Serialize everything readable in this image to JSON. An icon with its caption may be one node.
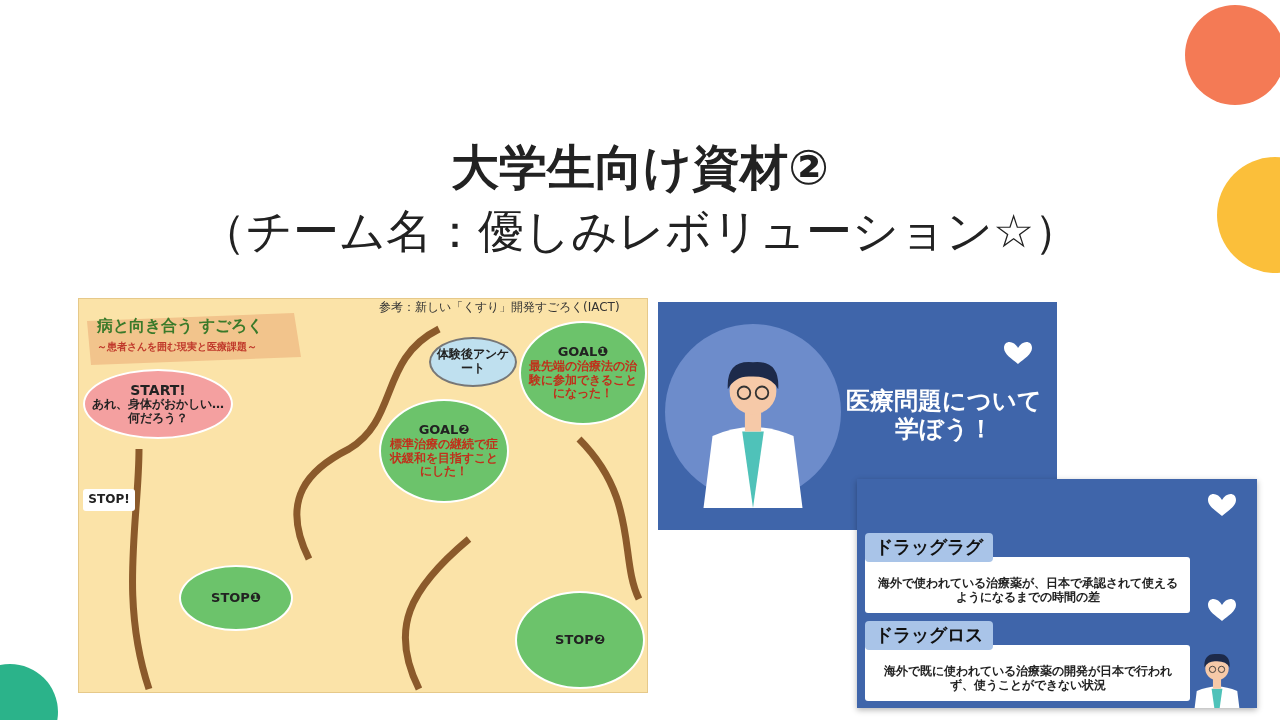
{
  "diagram": {
    "title": "大学生向け資材②",
    "nodes": [
      {
        "text": [],
        "shape": "picture"
      },
      {
        "text": [
          "START!",
          "あれ、身体がおかしい…何だろう？"
        ],
        "in": 0
      },
      {
        "text": [
          "GOAL❶",
          "最先端の治療法の治験に参加できることになった！"
        ],
        "in": 0
      },
      {
        "text": [
          "体験後アンケート"
        ],
        "in": 0
      },
      {
        "text": [
          "GOAL❷",
          "標準治療の継続で症状緩和を目指すことにした！"
        ],
        "in": 0
      },
      {
        "text": [
          "STOP!"
        ],
        "in": 0
      },
      {
        "text": [
          "STOP❶"
        ],
        "in": 0
      },
      {
        "text": [
          "STOP❷"
        ],
        "in": 0
      },
      {
        "text": [
          "医療問題について学ぼう！"
        ]
      },
      {
        "text": [],
        "shape": "box"
      },
      {
        "text": [
          "ドラッグラグ",
          "海外で使われている治療薬が、日本で承認されて使えるようになるまでの時間の差"
        ],
        "in": 9
      },
      {
        "text": [
          "ドラッグロス",
          "海外で既に使われている治療薬の開発が日本で行われず、使うことができない状況"
        ],
        "in": 9
      }
    ],
    "edges": [],
    "labels": [
      "（チーム名：優しみレボリューション☆）",
      "病と向き合う すごろく",
      "～患者さんを囲む現実と医療課題～",
      "参考：新しい「くすり」開発すごろく(IACT)"
    ]
  }
}
